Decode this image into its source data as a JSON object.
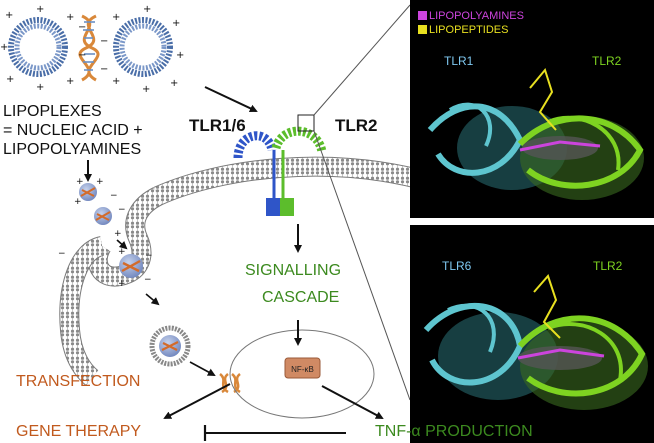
{
  "labels": {
    "lipoplexes_line1": "LIPOPLEXES",
    "lipoplexes_line2": "= NUCLEIC ACID +",
    "lipoplexes_line3": "LIPOPOLYAMINES",
    "tlr16": "TLR1/6",
    "tlr2": "TLR2",
    "signalling_line1": "SIGNALLING",
    "signalling_line2": "CASCADE",
    "nfkb": "NF-κB",
    "transfection": "TRANSFECTION",
    "gene_therapy": "GENE THERAPY",
    "tnf": "TNF-α PRODUCTION"
  },
  "panel_top": {
    "legend": [
      {
        "label": "LIPOPOLYAMINES",
        "color": "#cc44dd"
      },
      {
        "label": "LIPOPEPTIDES",
        "color": "#e8e020"
      }
    ],
    "left_label": "TLR1",
    "right_label": "TLR2"
  },
  "panel_bottom": {
    "left_label": "TLR6",
    "right_label": "TLR2"
  },
  "colors": {
    "black_text": "#111111",
    "green_text": "#3c8a1f",
    "orange_text": "#c15a1e",
    "tlr16_blue": "#2f55c8",
    "tlr2_green": "#5cbd2c",
    "protein_cyan": "#5ec5cf",
    "protein_green": "#7ed321",
    "membrane_gray": "#9a9a9a"
  },
  "icons": [
    "lipoplex-liposome",
    "dna-helix",
    "tlr-receptor",
    "endosome",
    "nucleus"
  ]
}
